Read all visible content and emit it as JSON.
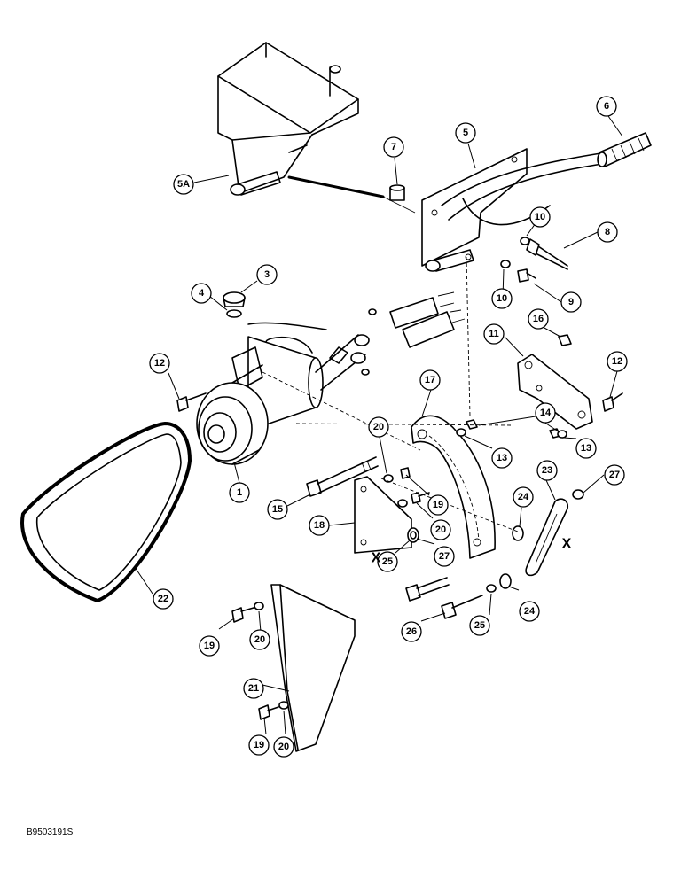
{
  "figure": {
    "id": "B9503191S"
  },
  "callouts": {
    "c5a": "5A",
    "c5": "5",
    "c6": "6",
    "c7": "7",
    "c8": "8",
    "c9": "9",
    "c10a": "10",
    "c10b": "10",
    "c3": "3",
    "c4": "4",
    "c16": "16",
    "c11": "11",
    "c12a": "12",
    "c12b": "12",
    "c17": "17",
    "c14": "14",
    "c13a": "13",
    "c13b": "13",
    "c20a": "20",
    "c1": "1",
    "c15": "15",
    "c19a": "19",
    "c20b": "20",
    "c18": "18",
    "c25a": "25",
    "c27a": "27",
    "c23": "23",
    "c27b": "27",
    "c24a": "24",
    "c24b": "24",
    "c22": "22",
    "c26": "26",
    "c25b": "25",
    "c19b": "19",
    "c20c": "20",
    "c21": "21",
    "c19c": "19",
    "c20d": "20"
  },
  "marks": {
    "x_left": "X",
    "x_right": "X"
  }
}
